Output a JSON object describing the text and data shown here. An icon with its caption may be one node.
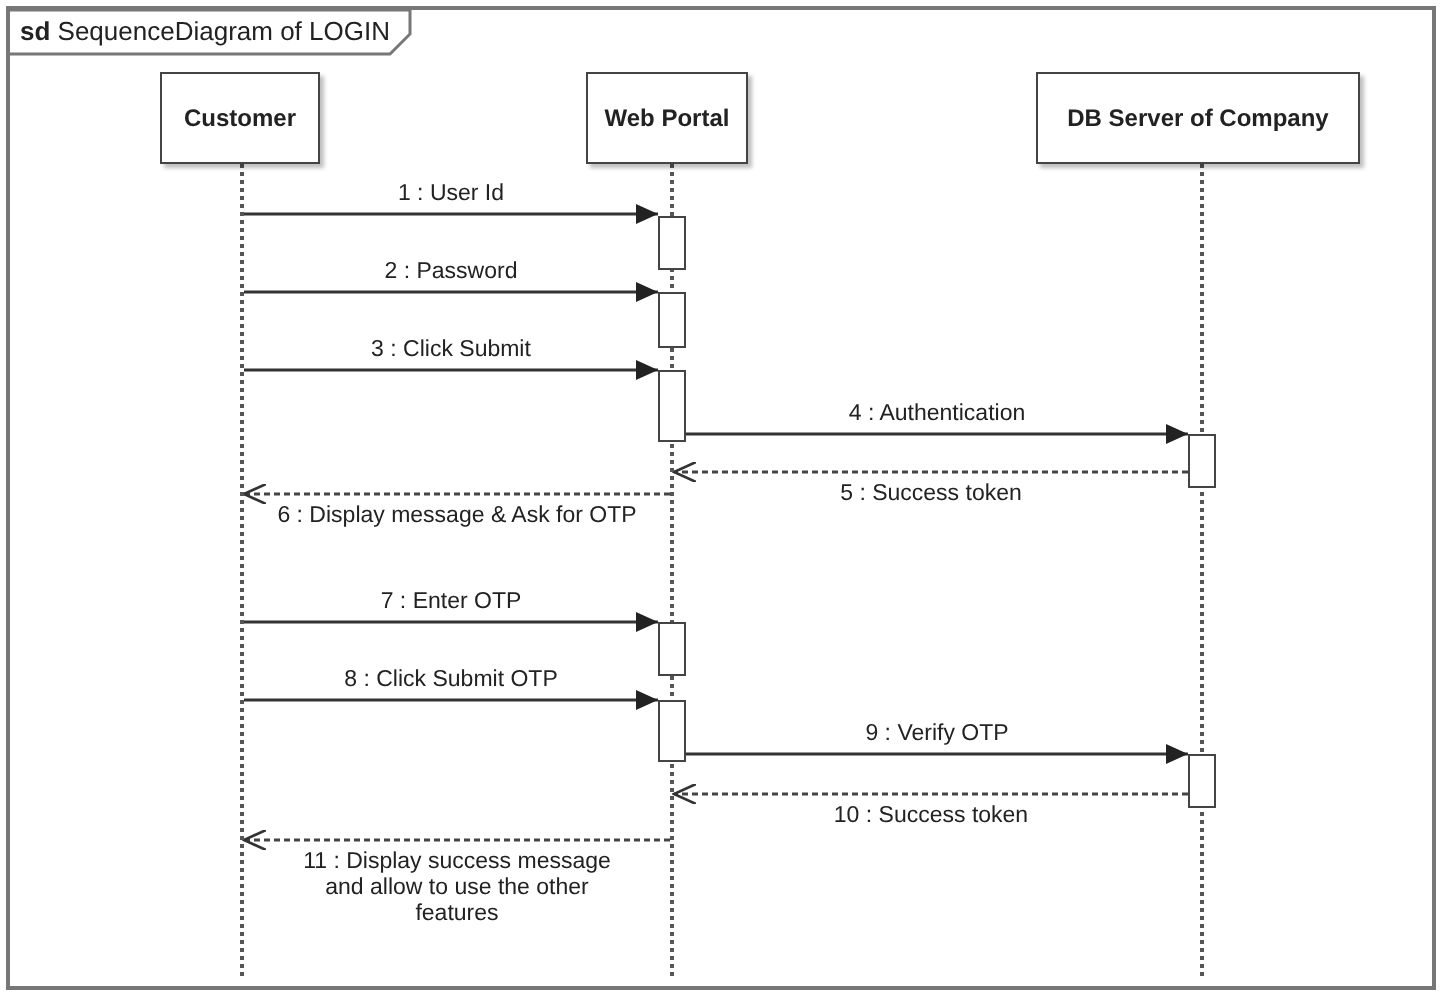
{
  "diagram": {
    "title": "**sd** SequenceDiagram of LOGIN",
    "nodes": [
      {
        "text": [
          "Customer"
        ]
      },
      {
        "text": [
          "Web Portal"
        ]
      },
      {
        "text": [
          "DB Server of Company"
        ]
      },
      {
        "text": [],
        "shape": "line"
      },
      {
        "text": [],
        "shape": "line"
      },
      {
        "text": [],
        "shape": "line"
      },
      {
        "text": [],
        "shape": "bar"
      },
      {
        "text": [],
        "shape": "bar"
      },
      {
        "text": [],
        "shape": "bar"
      },
      {
        "text": [],
        "shape": "bar"
      },
      {
        "text": [],
        "shape": "bar"
      },
      {
        "text": [],
        "shape": "bar"
      },
      {
        "text": [],
        "shape": "bar"
      }
    ],
    "edges": [
      {
        "from": 3,
        "to": 6,
        "arrow": "to",
        "label": "1 : User Id"
      },
      {
        "from": 3,
        "to": 7,
        "arrow": "to",
        "label": "2 : Password"
      },
      {
        "from": 3,
        "to": 8,
        "arrow": "to",
        "label": "3 : Click Submit"
      },
      {
        "from": 8,
        "to": 9,
        "arrow": "to",
        "label": "4 : Authentication"
      },
      {
        "from": 9,
        "to": 4,
        "arrow": "to",
        "label": "5 : Success token",
        "style": "dashed"
      },
      {
        "from": 4,
        "to": 3,
        "arrow": "to",
        "label": "6 : Display message & Ask for OTP",
        "style": "dashed"
      },
      {
        "from": 3,
        "to": 10,
        "arrow": "to",
        "label": "7 : Enter OTP"
      },
      {
        "from": 3,
        "to": 11,
        "arrow": "to",
        "label": "8 : Click Submit OTP"
      },
      {
        "from": 11,
        "to": 12,
        "arrow": "to",
        "label": "9 : Verify OTP"
      },
      {
        "from": 12,
        "to": 4,
        "arrow": "to",
        "label": "10 : Success token",
        "style": "dashed"
      },
      {
        "from": 4,
        "to": 3,
        "arrow": "to",
        "label": "11 : Display success message and allow to use the other features",
        "style": "dashed"
      }
    ]
  }
}
